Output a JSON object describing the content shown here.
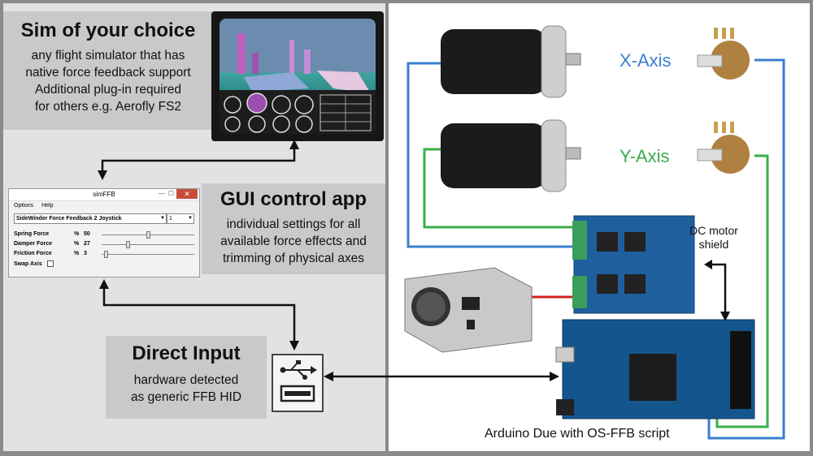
{
  "sim_box": {
    "title": "Sim of your choice",
    "lines": [
      "any flight simulator that has",
      "native force feedback support",
      "Additional plug-in required",
      "for others e.g. Aerofly FS2"
    ]
  },
  "gui_box": {
    "title": "GUI control app",
    "lines": [
      "individual settings for all",
      "available force effects and",
      "trimming of physical axes"
    ]
  },
  "direct_input_box": {
    "title": "Direct Input",
    "lines": [
      "hardware detected",
      "as generic  FFB HID"
    ]
  },
  "app_window": {
    "title": "simFFB",
    "close_glyph": "✕",
    "minimize_glyph": "—",
    "maximize_glyph": "☐",
    "menu": [
      "Options",
      "Help"
    ],
    "device": "SideWinder Force Feedback 2 Joystick",
    "channel": "1",
    "dropdown_glyph": "▼",
    "pct_symbol": "%",
    "sliders": [
      {
        "label": "Spring Force",
        "value": "50",
        "level": 0.5
      },
      {
        "label": "Damper Force",
        "value": "27",
        "level": 0.27
      },
      {
        "label": "Friction Force",
        "value": "3",
        "level": 0.03
      }
    ],
    "swap_axis_label": "Swap Axis"
  },
  "diagram": {
    "x_axis_label": "X-Axis",
    "y_axis_label": "Y-Axis",
    "shield_label_lines": [
      "DC motor",
      "shield"
    ],
    "arduino_label": "Arduino Due with OS-FFB script"
  },
  "colors": {
    "x_wire": "#3a7fd0",
    "y_wire": "#3aae4a",
    "power_wire": "#d02020",
    "arrows": "#111111",
    "pcb": "#1f5f9e",
    "terminal": "#3c9c5a"
  }
}
